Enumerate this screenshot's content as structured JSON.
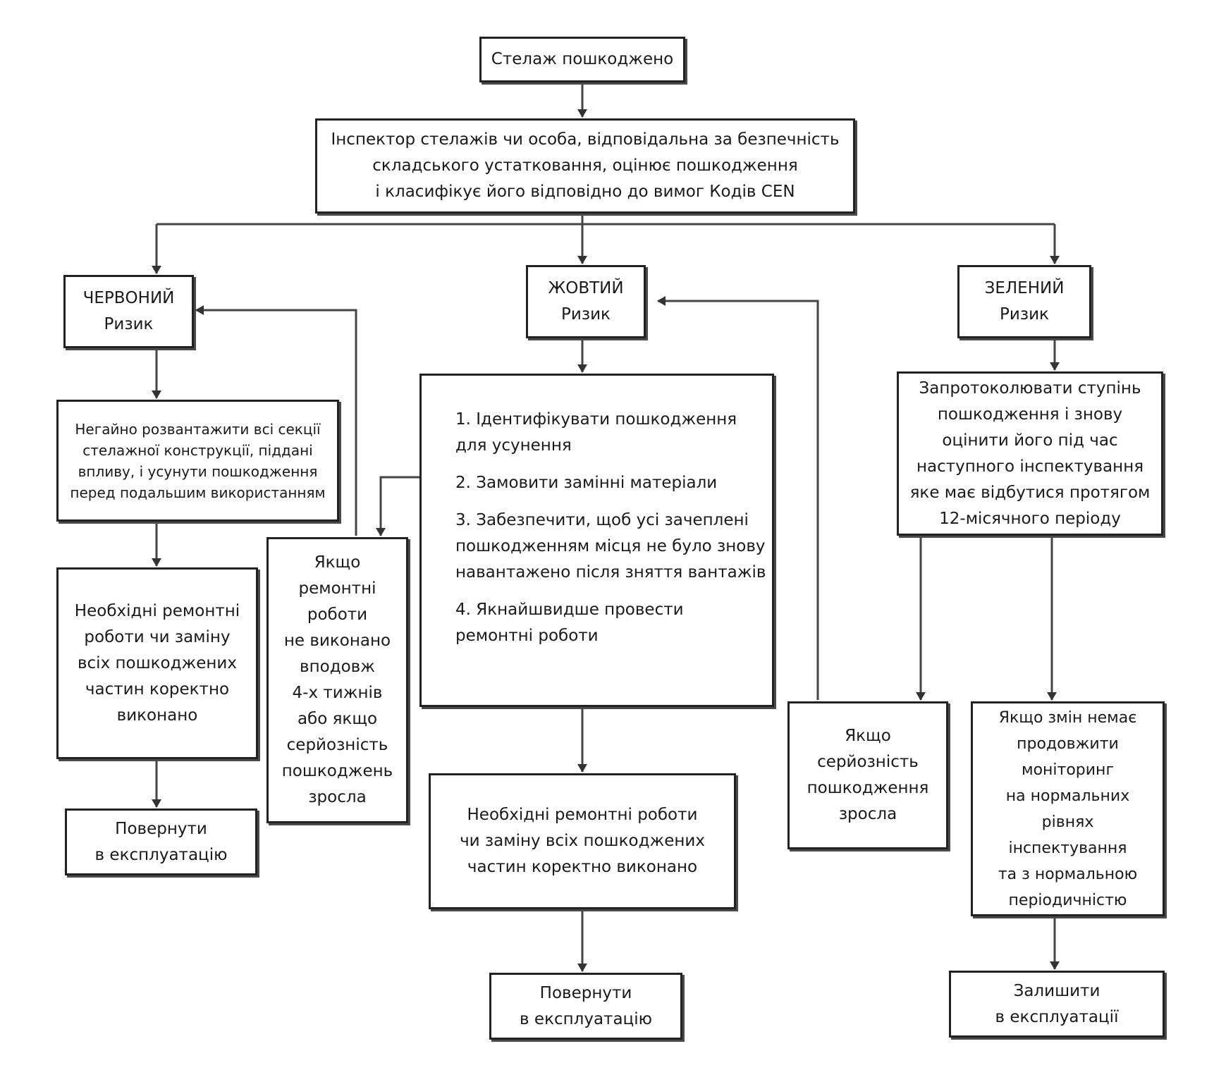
{
  "nodes": {
    "start": {
      "lines": [
        "Стелаж пошкоджено"
      ]
    },
    "inspect": {
      "lines": [
        "Інспектор стелажів чи особа, відповідальна за безпечність",
        "складського устатковання, оцінює пошкодження",
        "і класифікує його відповідно до вимог Кодів CEN"
      ]
    },
    "red": {
      "lines": [
        "ЧЕРВОНИЙ",
        "Ризик"
      ]
    },
    "yellow": {
      "lines": [
        "ЖОВТИЙ",
        "Ризик"
      ]
    },
    "green": {
      "lines": [
        "ЗЕЛЕНИЙ",
        "Ризик"
      ]
    },
    "red_action": {
      "lines": [
        "Негайно розвантажити всі секції",
        "стелажної конструкції, піддані",
        "впливу, і усунути пошкодження",
        "перед подальшим використанням"
      ]
    },
    "red_repair": {
      "lines": [
        "Необхідні ремонтні",
        "роботи чи заміну",
        "всіх пошкоджених",
        "частин коректно",
        "виконано"
      ]
    },
    "red_return": {
      "lines": [
        "Повернути",
        "в експлуатацію"
      ]
    },
    "yellow_escalate": {
      "lines": [
        "Якщо",
        "ремонтні",
        "роботи",
        "не виконано",
        "вподовж",
        "4-х тижнів",
        "або якщо",
        "серйозність",
        "пошкоджень",
        "зросла"
      ]
    },
    "yellow_actions": {
      "items": [
        {
          "lines": [
            "1. Ідентифікувати пошкодження",
            "для усунення"
          ]
        },
        {
          "lines": [
            "2. Замовити замінні матеріали"
          ]
        },
        {
          "lines": [
            "3. Забезпечити, щоб усі зачеплені",
            "пошкодженням місця не було знову",
            "навантажено після зняття вантажів"
          ]
        },
        {
          "lines": [
            "4. Якнайшвидше провести",
            "ремонтні роботи"
          ]
        }
      ]
    },
    "yellow_repair": {
      "lines": [
        "Необхідні ремонтні роботи",
        "чи заміну всіх пошкоджених",
        "частин коректно виконано"
      ]
    },
    "yellow_return": {
      "lines": [
        "Повернути",
        "в експлуатацію"
      ]
    },
    "green_action": {
      "lines": [
        "Запротоколювати ступінь",
        "пошкодження і знову",
        "оцінити його під час",
        "наступного інспектування",
        "яке має відбутися протягом",
        "12-місячного періоду"
      ]
    },
    "green_escalate": {
      "lines": [
        "Якщо",
        "серйозність",
        "пошкодження",
        "зросла"
      ]
    },
    "green_monitor": {
      "lines": [
        "Якщо змін немає",
        "продовжити",
        "моніторинг",
        "на нормальних",
        "рівнях",
        "інспектування",
        "та з нормальною",
        "періодичністю"
      ]
    },
    "green_keep": {
      "lines": [
        "Залишити",
        "в експлуатації"
      ]
    }
  }
}
